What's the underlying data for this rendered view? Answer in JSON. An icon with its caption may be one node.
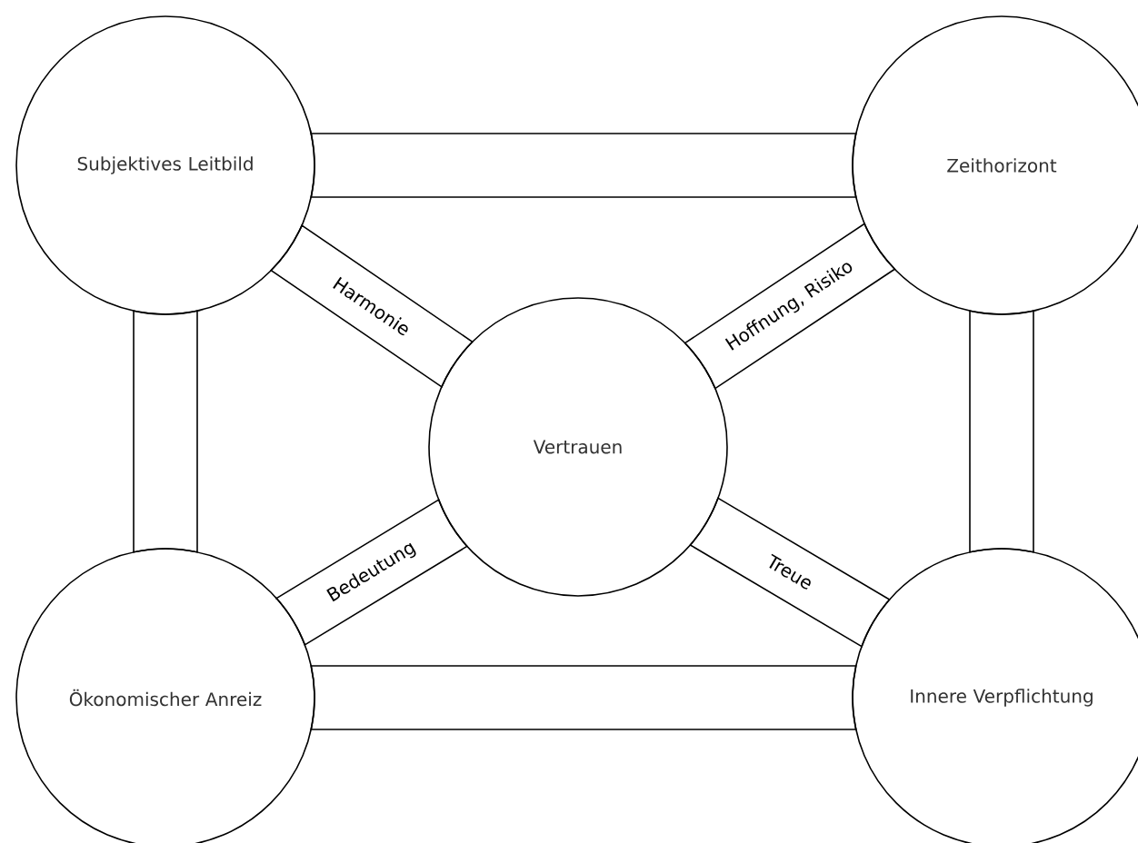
{
  "diagram": {
    "nodes": [
      {
        "text": [
          "Subjektives Leitbild"
        ]
      },
      {
        "text": [
          "Zeithorizont"
        ]
      },
      {
        "text": [
          "Vertrauen"
        ]
      },
      {
        "text": [
          "Ökonomischer Anreiz"
        ]
      },
      {
        "text": [
          "Innere Verpflichtung"
        ]
      }
    ],
    "edges": [
      {
        "from": 0,
        "to": 1,
        "arrow": "none"
      },
      {
        "from": 0,
        "to": 3,
        "arrow": "none"
      },
      {
        "from": 1,
        "to": 4,
        "arrow": "none"
      },
      {
        "from": 3,
        "to": 4,
        "arrow": "none"
      },
      {
        "from": 0,
        "to": 2,
        "arrow": "none",
        "label": "Harmonie"
      },
      {
        "from": 2,
        "to": 1,
        "arrow": "none",
        "label": "Hoffnung, Risiko"
      },
      {
        "from": 3,
        "to": 2,
        "arrow": "none",
        "label": "Bedeutung"
      },
      {
        "from": 2,
        "to": 4,
        "arrow": "none",
        "label": "Treue"
      }
    ]
  }
}
